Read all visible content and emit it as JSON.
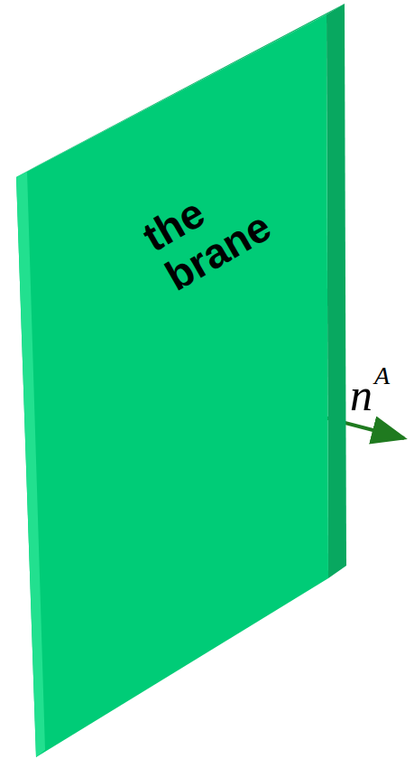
{
  "diagram": {
    "nodes": [
      {
        "text": [
          "the brane"
        ]
      }
    ],
    "labels": [
      "n",
      "A"
    ]
  }
}
